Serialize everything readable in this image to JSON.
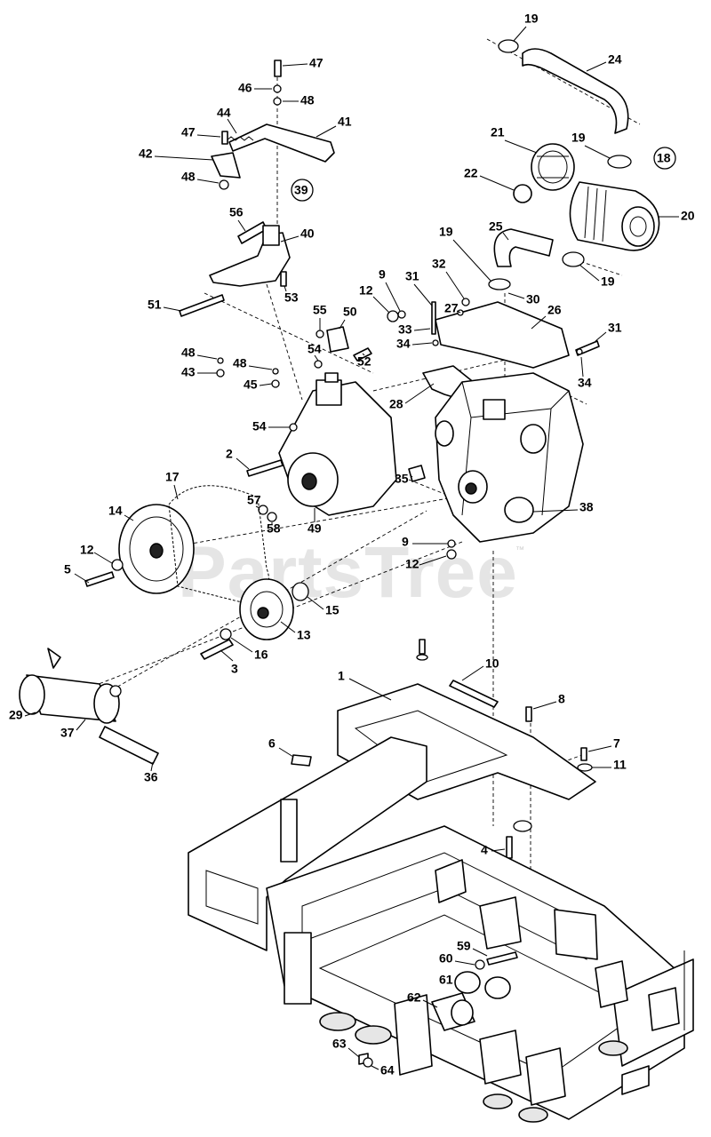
{
  "watermark": {
    "text": "PartsTree",
    "mark": "™"
  },
  "circled_refs": [
    "39",
    "18"
  ],
  "callouts": [
    "1",
    "2",
    "3",
    "4",
    "5",
    "6",
    "7",
    "8",
    "9",
    "9",
    "10",
    "11",
    "12",
    "12",
    "12",
    "13",
    "14",
    "15",
    "16",
    "17",
    "19",
    "19",
    "19",
    "19",
    "20",
    "21",
    "22",
    "24",
    "25",
    "26",
    "27",
    "28",
    "29",
    "30",
    "31",
    "31",
    "32",
    "33",
    "34",
    "34",
    "35",
    "36",
    "37",
    "38",
    "40",
    "41",
    "42",
    "43",
    "44",
    "45",
    "46",
    "47",
    "47",
    "48",
    "48",
    "48",
    "48",
    "49",
    "50",
    "51",
    "52",
    "53",
    "54",
    "54",
    "55",
    "56",
    "57",
    "58",
    "59",
    "60",
    "61",
    "62",
    "63",
    "64"
  ]
}
